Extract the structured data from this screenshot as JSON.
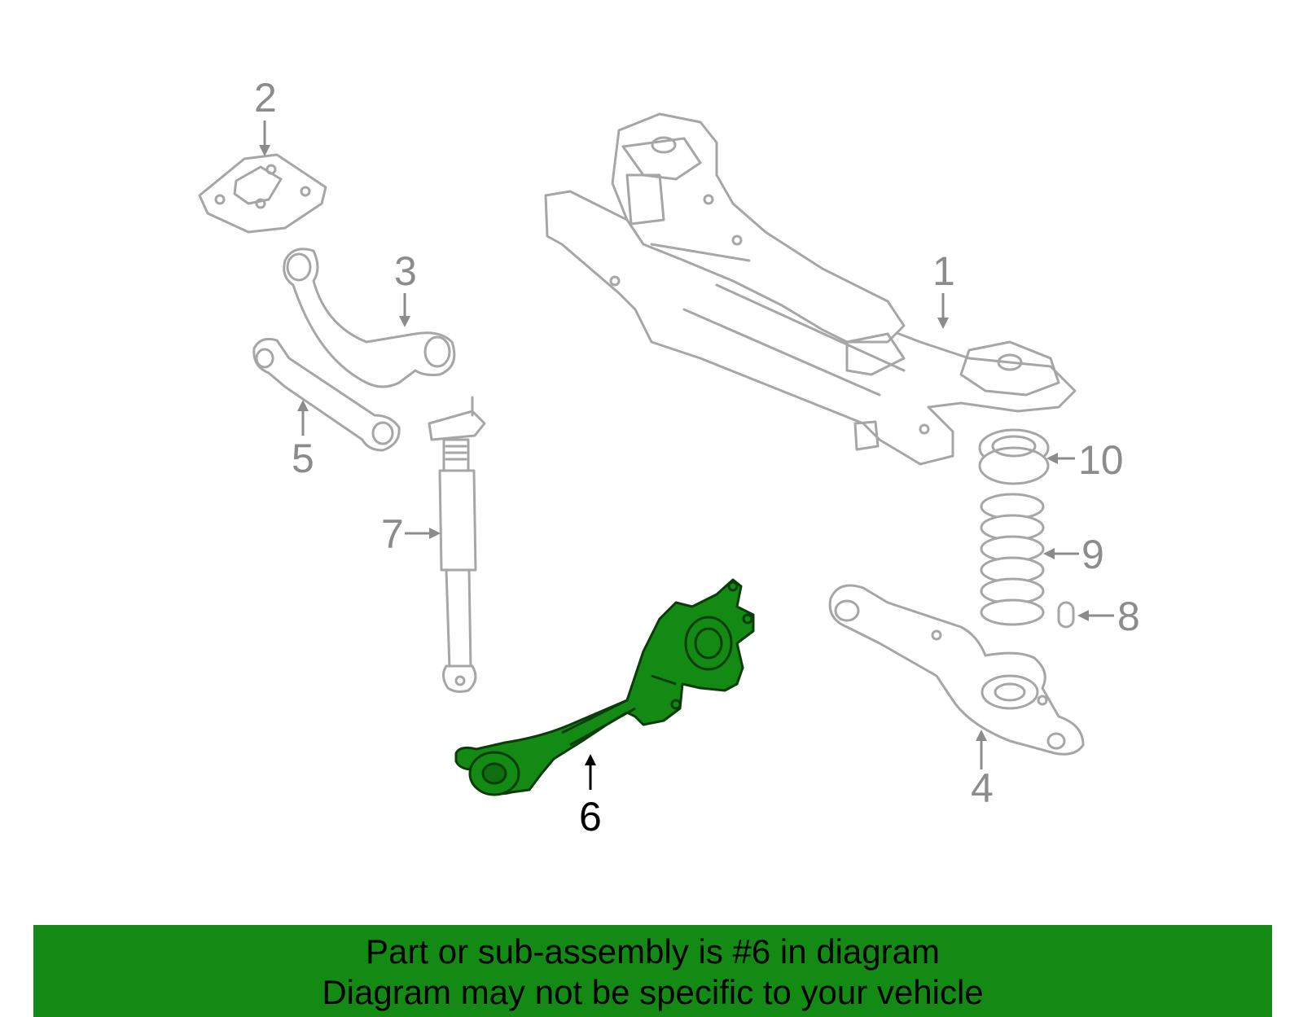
{
  "diagram": {
    "callouts": [
      "1",
      "2",
      "3",
      "4",
      "5",
      "6",
      "7",
      "8",
      "9",
      "10"
    ],
    "highlighted_callout": "6",
    "highlight_color": "#138a13",
    "part_line_color": "#a6a6a6",
    "label_color": "#8c8c8c"
  },
  "banner": {
    "line1": "Part or sub-assembly is #6 in diagram",
    "line2": "Diagram may not be specific to your vehicle",
    "background": "#138a13"
  }
}
